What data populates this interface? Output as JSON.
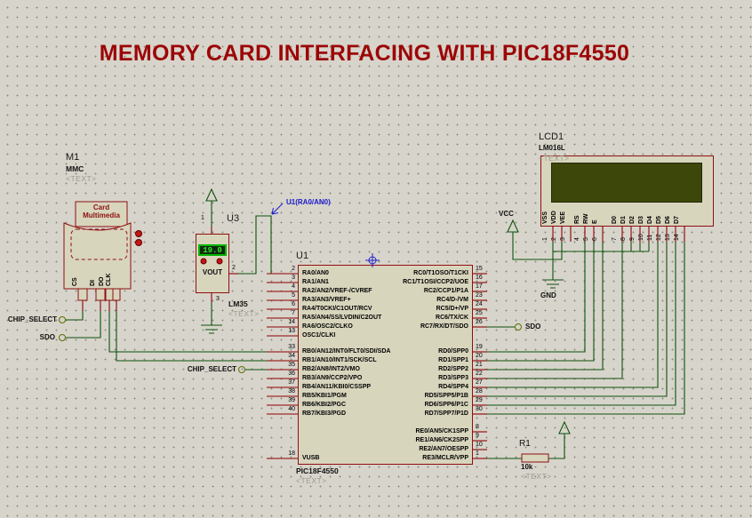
{
  "title": "MEMORY CARD INTERFACING WITH PIC18F4550",
  "colors": {
    "background": "#d7d4cb",
    "component_fill": "#d8d5bd",
    "component_border": "#8e1010",
    "wire_green": "#0d520d",
    "pin_red": "#8c0000",
    "title_red": "#9c0606",
    "annotation_blue": "#1a1acc",
    "lcd_screen": "#3d470a",
    "display_green": "#2ee62e"
  },
  "memory_card": {
    "ref": "M1",
    "type": "MMC",
    "text_placeholder": "<TEXT>",
    "card_label_line1": "Card",
    "card_label_line2": "Multimedia",
    "pins": [
      "CS",
      "DI",
      "DO",
      "CLK"
    ]
  },
  "sensor": {
    "ref": "U3",
    "type": "LM35",
    "text_placeholder": "<TEXT>",
    "display_value": "19.0",
    "output_label": "VOUT",
    "pin_top": "1",
    "pin_out": "2",
    "pin_gnd": "3"
  },
  "mcu": {
    "ref": "U1",
    "type": "PIC18F4550",
    "text_placeholder": "<TEXT>",
    "left_groups": [
      {
        "pins": [
          {
            "n": "2",
            "name": "RA0/AN0"
          },
          {
            "n": "3",
            "name": "RA1/AN1"
          },
          {
            "n": "4",
            "name": "RA2/AN2/VREF-/CVREF"
          },
          {
            "n": "5",
            "name": "RA3/AN3/VREF+"
          },
          {
            "n": "6",
            "name": "RA4/T0CKI/C1OUT/RCV"
          },
          {
            "n": "7",
            "name": "RA5/AN4/SS/LVDIN/C2OUT"
          },
          {
            "n": "14",
            "name": "RA6/OSC2/CLKO"
          },
          {
            "n": "13",
            "name": "OSC1/CLKI"
          }
        ]
      },
      {
        "pins": [
          {
            "n": "33",
            "name": "RB0/AN12/INT0/FLT0/SDI/SDA"
          },
          {
            "n": "34",
            "name": "RB1/AN10/INT1/SCK/SCL"
          },
          {
            "n": "35",
            "name": "RB2/AN8/INT2/VMO"
          },
          {
            "n": "36",
            "name": "RB3/AN9/CCP2/VPO"
          },
          {
            "n": "37",
            "name": "RB4/AN11/KBI0/CSSPP"
          },
          {
            "n": "38",
            "name": "RB5/KBI1/PGM"
          },
          {
            "n": "39",
            "name": "RB6/KBI2/PGC"
          },
          {
            "n": "40",
            "name": "RB7/KBI3/PGD"
          }
        ]
      },
      {
        "pins": [
          {
            "n": "18",
            "name": "VUSB"
          }
        ]
      }
    ],
    "right_groups": [
      {
        "pins": [
          {
            "n": "15",
            "name": "RC0/T1OSO/T1CKI"
          },
          {
            "n": "16",
            "name": "RC1/T1OSI/CCP2/UOE"
          },
          {
            "n": "17",
            "name": "RC2/CCP1/P1A"
          },
          {
            "n": "23",
            "name": "RC4/D-/VM"
          },
          {
            "n": "24",
            "name": "RC5/D+/VP"
          },
          {
            "n": "25",
            "name": "RC6/TX/CK"
          },
          {
            "n": "26",
            "name": "RC7/RX/DT/SDO"
          }
        ]
      },
      {
        "pins": [
          {
            "n": "19",
            "name": "RD0/SPP0"
          },
          {
            "n": "20",
            "name": "RD1/SPP1"
          },
          {
            "n": "21",
            "name": "RD2/SPP2"
          },
          {
            "n": "22",
            "name": "RD3/SPP3"
          },
          {
            "n": "27",
            "name": "RD4/SPP4"
          },
          {
            "n": "28",
            "name": "RD5/SPP5/P1B"
          },
          {
            "n": "29",
            "name": "RD6/SPP6/P1C"
          },
          {
            "n": "30",
            "name": "RD7/SPP7/P1D"
          }
        ]
      },
      {
        "pins": [
          {
            "n": "8",
            "name": "RE0/AN5/CK1SPP"
          },
          {
            "n": "9",
            "name": "RE1/AN6/CK2SPP"
          },
          {
            "n": "10",
            "name": "RE2/AN7/OESPP"
          },
          {
            "n": "1",
            "name": "RE3/MCLR/VPP"
          }
        ]
      }
    ]
  },
  "lcd": {
    "ref": "LCD1",
    "type": "LM016L",
    "text_placeholder": "<TEXT>",
    "pins": [
      {
        "n": "1",
        "name": "VSS"
      },
      {
        "n": "2",
        "name": "VDD"
      },
      {
        "n": "3",
        "name": "VEE"
      },
      {
        "n": "4",
        "name": "RS"
      },
      {
        "n": "5",
        "name": "RW"
      },
      {
        "n": "6",
        "name": "E"
      },
      {
        "n": "7",
        "name": "D0"
      },
      {
        "n": "8",
        "name": "D1"
      },
      {
        "n": "9",
        "name": "D2"
      },
      {
        "n": "10",
        "name": "D3"
      },
      {
        "n": "11",
        "name": "D4"
      },
      {
        "n": "12",
        "name": "D5"
      },
      {
        "n": "13",
        "name": "D6"
      },
      {
        "n": "14",
        "name": "D7"
      }
    ]
  },
  "resistor": {
    "ref": "R1",
    "value": "10k",
    "text_placeholder": "<TEXT>"
  },
  "terminals": {
    "chip_select_left": "CHIP_SELECT",
    "sdo_left": "SDO",
    "chip_select_mid": "CHIP_SELECT",
    "sdo_right": "SDO"
  },
  "power": {
    "vcc_label": "VCC",
    "gnd_label": "GND"
  },
  "probe": {
    "label": "U1(RA0/AN0)"
  }
}
